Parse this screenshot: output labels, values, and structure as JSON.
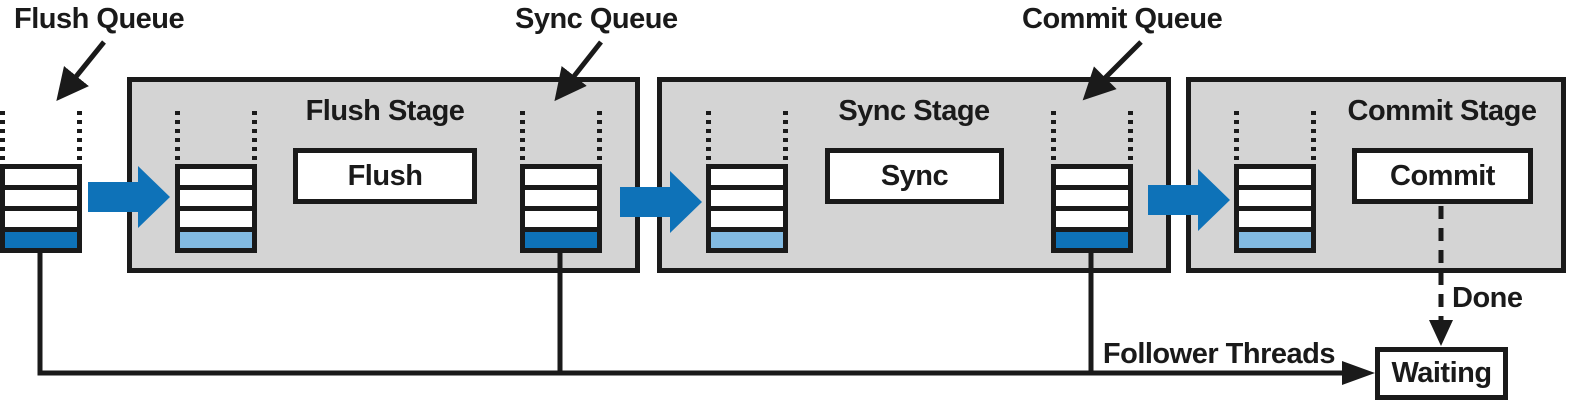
{
  "colors": {
    "stage_fill": "#d4d4d4",
    "dark_blue": "#0e72b8",
    "light_blue": "#82bbe3",
    "ink": "#1a1a1a"
  },
  "labels": {
    "flush_queue": "Flush Queue",
    "sync_queue": "Sync Queue",
    "commit_queue": "Commit Queue",
    "follower_threads": "Follower Threads",
    "done": "Done",
    "waiting": "Waiting"
  },
  "stages": [
    {
      "title": "Flush Stage",
      "operation": "Flush"
    },
    {
      "title": "Sync Stage",
      "operation": "Sync"
    },
    {
      "title": "Commit Stage",
      "operation": "Commit"
    }
  ],
  "queues": [
    {
      "name": "flush-queue",
      "cells": [
        "white",
        "white",
        "white",
        "dark_blue"
      ]
    },
    {
      "name": "flush-stage-input-queue",
      "cells": [
        "white",
        "white",
        "white",
        "light_blue"
      ]
    },
    {
      "name": "sync-queue",
      "cells": [
        "white",
        "white",
        "white",
        "dark_blue"
      ]
    },
    {
      "name": "sync-stage-input-queue",
      "cells": [
        "white",
        "white",
        "white",
        "light_blue"
      ]
    },
    {
      "name": "commit-queue",
      "cells": [
        "white",
        "white",
        "white",
        "dark_blue"
      ]
    },
    {
      "name": "commit-stage-input-queue",
      "cells": [
        "white",
        "white",
        "white",
        "light_blue"
      ]
    }
  ]
}
